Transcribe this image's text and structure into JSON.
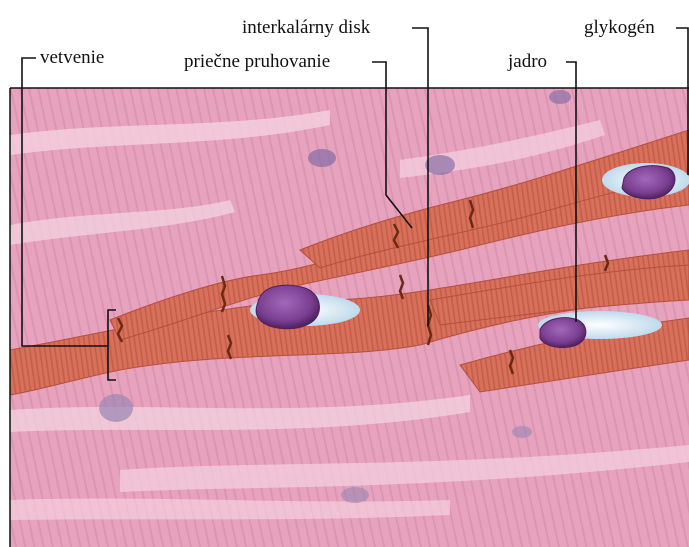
{
  "labels": {
    "interkalarny_disk": "interkalárny disk",
    "glykogen": "glykogén",
    "vetvenie": "vetvenie",
    "priecne_pruhovanie": "priečne pruhovanie",
    "jadro": "jadro"
  },
  "colors": {
    "tissue_background": "#e7a3be",
    "tissue_light": "#f3cfdd",
    "muscle_fiber": "#d8705a",
    "muscle_fiber_dark": "#b4503d",
    "striation": "#c35e4b",
    "intercalated_disc": "#6a2b12",
    "nucleus": "#7b3f92",
    "nucleus_dark": "#4f2160",
    "glycogen": "#cfe3f1",
    "leader_line": "#111111"
  }
}
